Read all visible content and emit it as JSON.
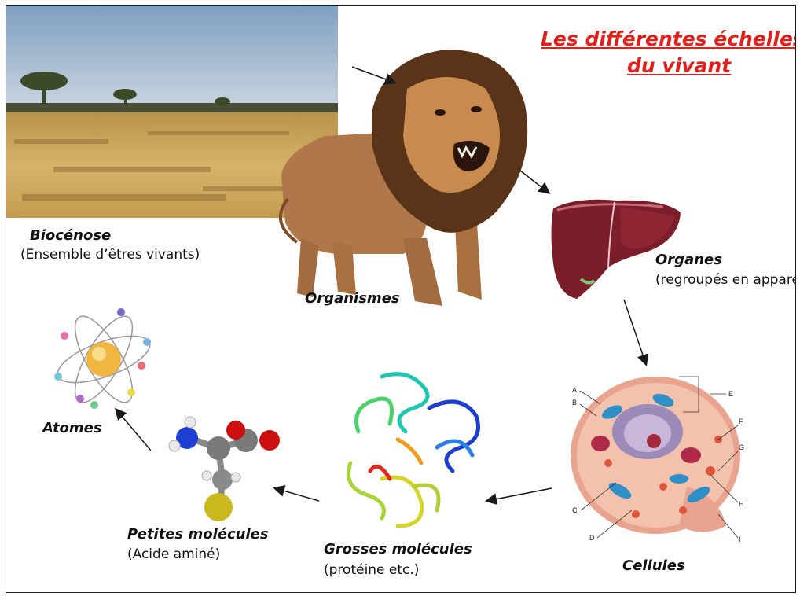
{
  "title": {
    "line1": "Les différentes échelles",
    "line2": "du vivant"
  },
  "labels": {
    "biocenose": "Biocénose",
    "biocenose_sub": "(Ensemble d’êtres vivants)",
    "organismes": "Organismes",
    "organes": "Organes",
    "organes_sub": "(regroupés en appareils)",
    "cellules": "Cellules",
    "grosses_molecules": "Grosses molécules",
    "grosses_molecules_sub": "(protéine etc.)",
    "petites_molecules": "Petites molécules",
    "petites_molecules_sub": "(Acide aminé)",
    "atomes": "Atomes"
  },
  "cell_letters": [
    "A",
    "B",
    "C",
    "D",
    "E",
    "F",
    "G",
    "H",
    "I"
  ],
  "colors": {
    "title": "#e0211b",
    "arrow": "#1a1a1a"
  },
  "icons": [
    "savanna-image",
    "lion-image",
    "liver-image",
    "cell-image",
    "protein-image",
    "amino-acid-image",
    "atom-image"
  ]
}
